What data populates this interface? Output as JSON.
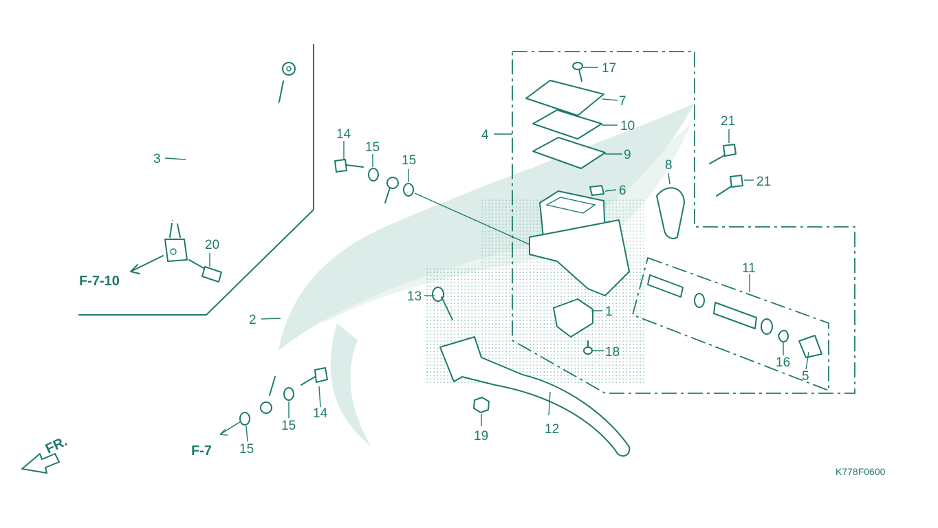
{
  "diagram": {
    "diagram_code": "K778F0600",
    "front_marker": "FR.",
    "references": {
      "ref_hose": "F-7-10",
      "ref_lower": "F-7"
    },
    "callouts": {
      "p1": "1",
      "p2": "2",
      "p3": "3",
      "p4": "4",
      "p5": "5",
      "p6": "6",
      "p7": "7",
      "p8": "8",
      "p9": "9",
      "p10": "10",
      "p11": "11",
      "p12": "12",
      "p13": "13",
      "p14a": "14",
      "p14b": "14",
      "p15a": "15",
      "p15b": "15",
      "p15c": "15",
      "p15d": "15",
      "p16": "16",
      "p17": "17",
      "p18": "18",
      "p19": "19",
      "p20": "20",
      "p21a": "21",
      "p21b": "21"
    },
    "colors": {
      "line": "#1e7a6c",
      "watermark": "#dcece8"
    }
  }
}
